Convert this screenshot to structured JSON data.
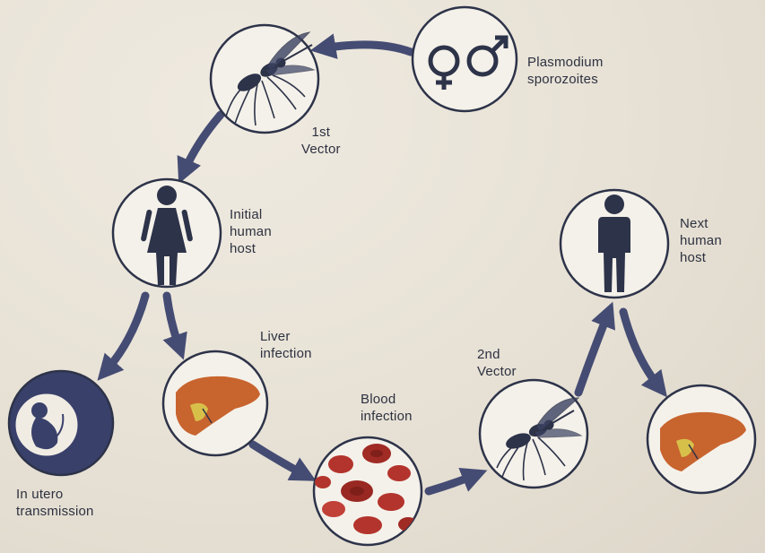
{
  "nodes": {
    "sporozoites": {
      "label": "Plasmodium\nsporozoites",
      "icon": "male-female-symbols-icon"
    },
    "vector1": {
      "label": "1st\nVector",
      "icon": "mosquito-icon"
    },
    "initial_host": {
      "label": "Initial\nhuman\nhost",
      "icon": "woman-icon"
    },
    "in_utero": {
      "label": "In utero\ntransmission",
      "icon": "fetus-icon"
    },
    "liver1": {
      "label": "Liver\ninfection",
      "icon": "liver-icon"
    },
    "blood": {
      "label": "Blood\ninfection",
      "icon": "red-blood-cells-icon"
    },
    "vector2": {
      "label": "2nd\nVector",
      "icon": "mosquito-icon"
    },
    "next_host": {
      "label": "Next\nhuman\nhost",
      "icon": "man-icon"
    },
    "liver2": {
      "label": "",
      "icon": "liver-icon"
    }
  },
  "colors": {
    "ink": "#2d3349",
    "arrow": "#454c73",
    "liver": "#c8642e",
    "gall": "#d7c04a",
    "blood": "#b3342c",
    "fetus_bg": "#39406a",
    "background": "#e9e4da"
  }
}
